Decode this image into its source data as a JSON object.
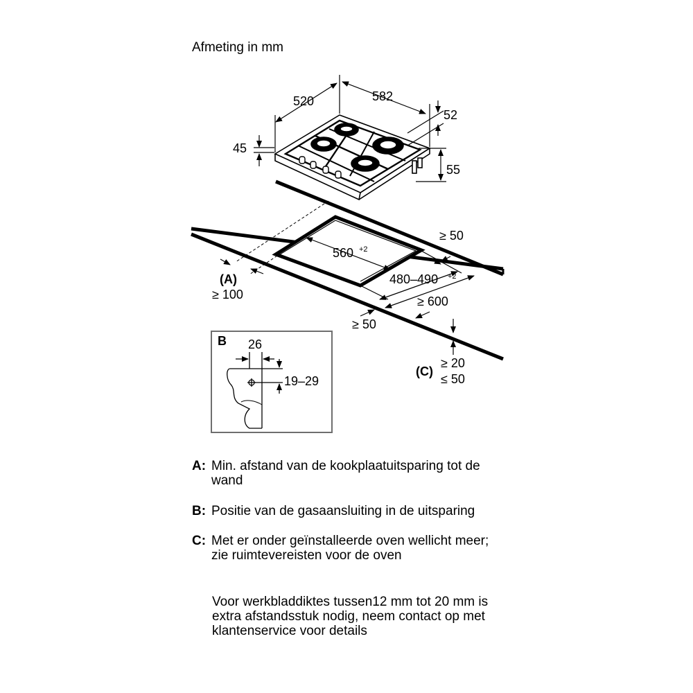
{
  "title": "Afmeting in mm",
  "hob": {
    "width": "582",
    "depth": "520",
    "thickness": "45",
    "edge": "52",
    "height_below": "55"
  },
  "cutout": {
    "width": "560",
    "width_tol": "+2",
    "depth": "480–490",
    "depth_tol": "+2",
    "back_clearance": "≥ 50",
    "side_clearance": "≥ 50",
    "worktop_depth": "≥ 600",
    "a_label": "(A)",
    "a_value": "≥ 100",
    "c_label": "(C)",
    "c_min": "≥ 20",
    "c_max": "≤ 50"
  },
  "detail_b": {
    "label": "B",
    "offset": "26",
    "height": "19–29"
  },
  "legend": [
    {
      "key": "A:",
      "text": "Min. afstand van de kookplaatuitsparing tot de wand"
    },
    {
      "key": "B:",
      "text": "Positie van de gasaansluiting in de uitsparing"
    },
    {
      "key": "C:",
      "text": "Met er onder geïnstalleerde oven wellicht meer; zie ruimtevereisten voor de oven"
    }
  ],
  "footnote": "Voor werkbladdiktes tussen12 mm tot 20 mm is extra afstandsstuk nodig, neem contact op met klantenservice voor details"
}
